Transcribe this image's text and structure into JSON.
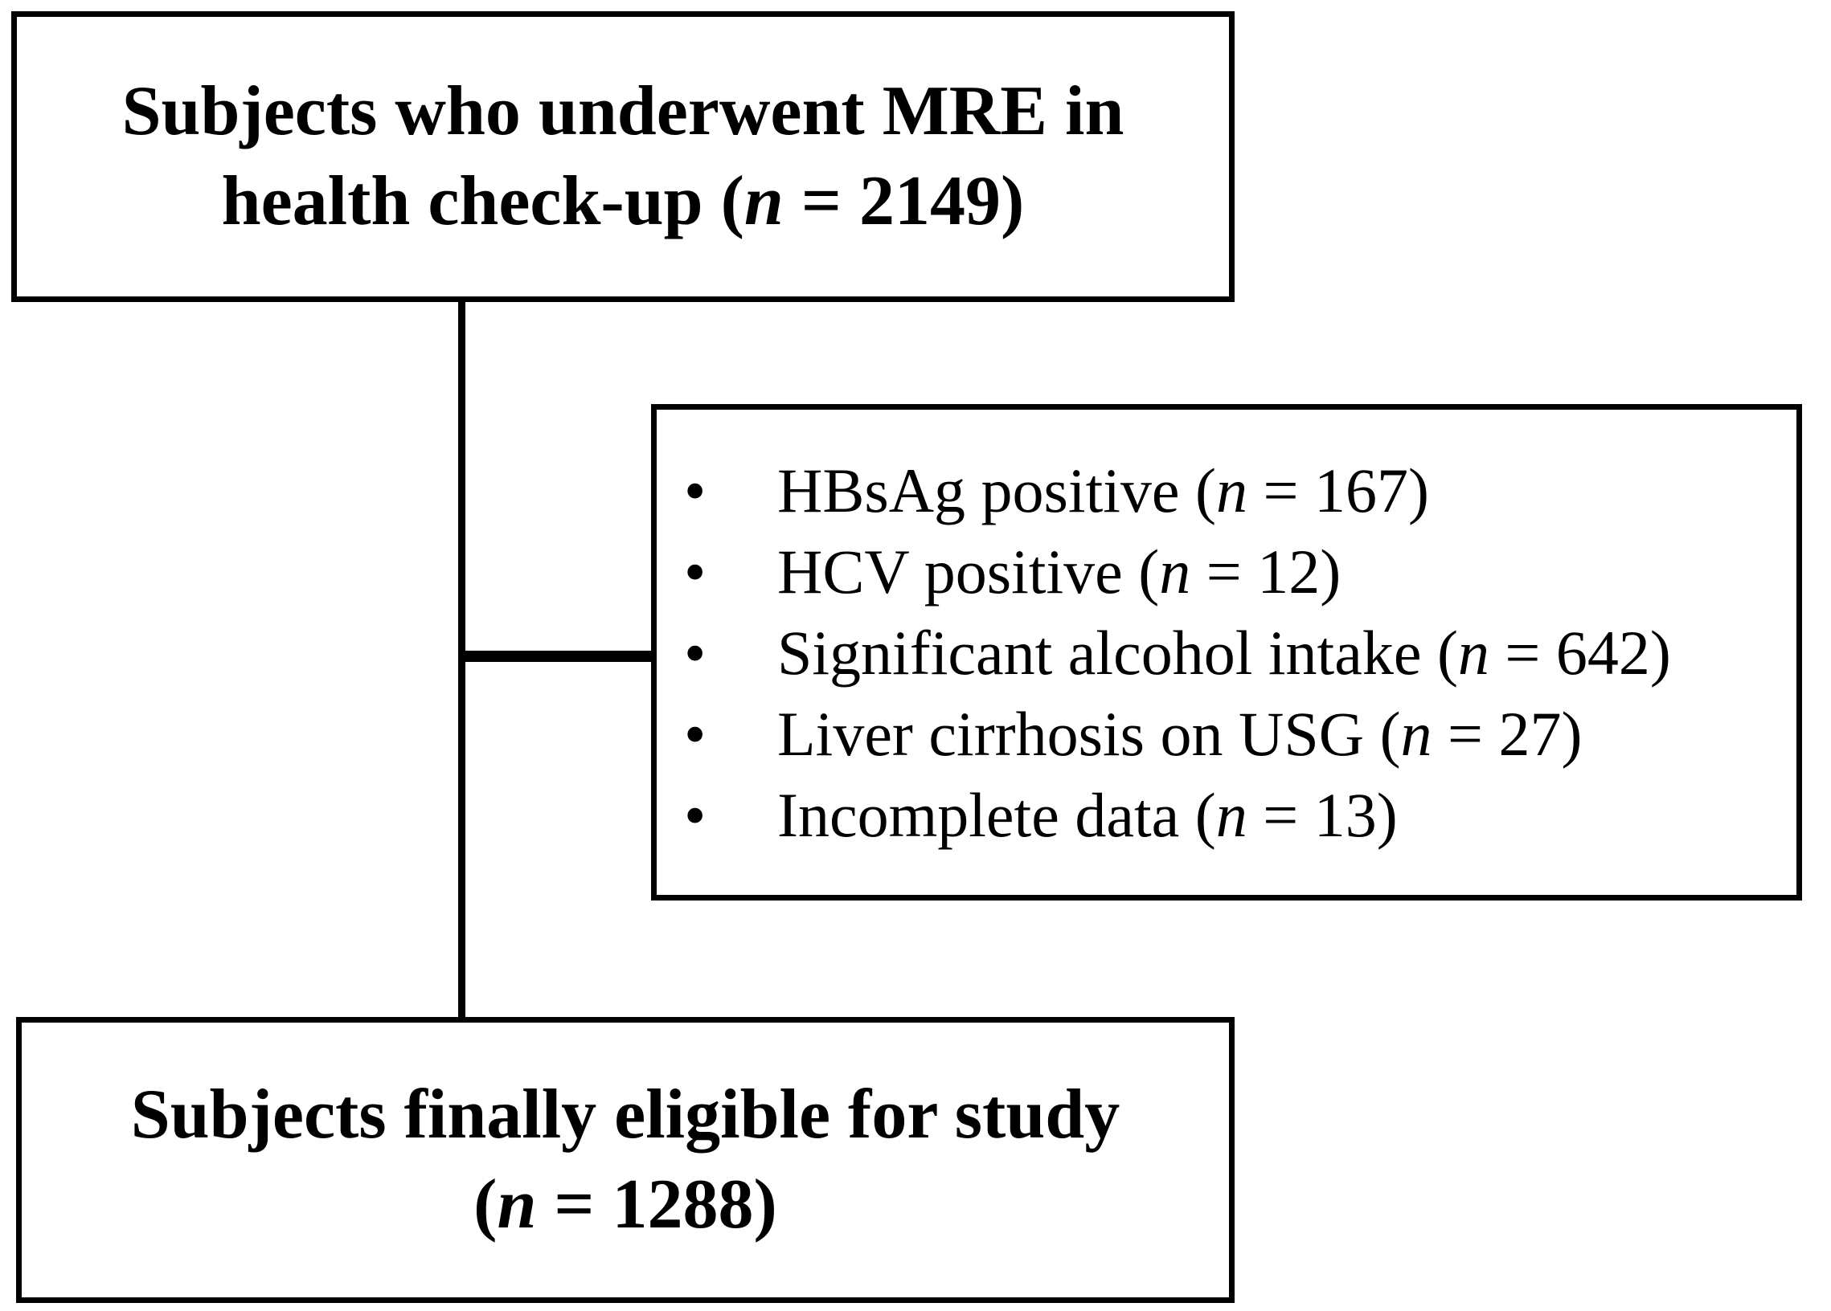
{
  "colors": {
    "line": "#000000",
    "background": "#ffffff",
    "text": "#000000"
  },
  "top_box": {
    "line1": "Subjects who underwent MRE in",
    "line2_pre": "health check-up (",
    "line2_var": "n",
    "line2_post": " = 2149)"
  },
  "exclusion_box": {
    "bullet": "•",
    "items": [
      {
        "pre": "HBsAg positive (",
        "var": "n",
        "post": " = 167)"
      },
      {
        "pre": "HCV positive (",
        "var": "n",
        "post": " = 12)"
      },
      {
        "pre": "Significant alcohol intake (",
        "var": "n",
        "post": " = 642)"
      },
      {
        "pre": "Liver cirrhosis on USG (",
        "var": "n",
        "post": " = 27)"
      },
      {
        "pre": "Incomplete data (",
        "var": "n",
        "post": " = 13)"
      }
    ]
  },
  "final_box": {
    "line1": "Subjects finally eligible for study",
    "line2_pre": "(",
    "line2_var": "n",
    "line2_post": " = 1288)"
  }
}
